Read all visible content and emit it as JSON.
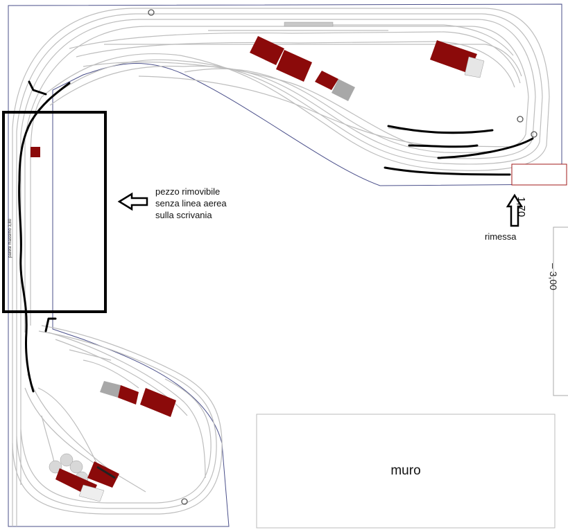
{
  "labels": {
    "removable_lines": [
      "pezzo rimovibile",
      "senza linea aerea",
      "sulla scrivania"
    ],
    "depot": "rimessa",
    "measure": "1,70",
    "wall": "muro",
    "max_wall": "parete massimo 3,80",
    "right_fragment": "–  3,00"
  },
  "colors": {
    "track": "#b9b9b9",
    "board_outline": "#4a4f8a",
    "building": "#8b0a0a",
    "roof_grey": "#a8a8a8",
    "marker": "#000000",
    "depot_box": "#a01818"
  },
  "icons": {
    "arrow_left": "arrow-left-icon",
    "arrow_up": "arrow-up-icon"
  }
}
